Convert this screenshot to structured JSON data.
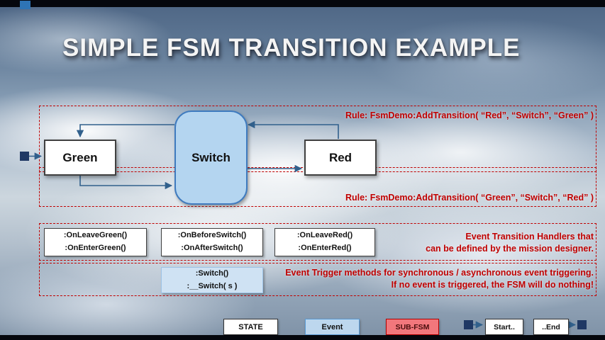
{
  "title": "SIMPLE FSM TRANSITION EXAMPLE",
  "colors": {
    "accent_red": "#c00000",
    "event_blue": "#b4d5f0",
    "navy_square": "#1f3864",
    "arrow_blue": "#31608c",
    "subfsm_red": "#f2777c"
  },
  "nodes": {
    "green": "Green",
    "switch": "Switch",
    "red": "Red"
  },
  "rules": {
    "top": "Rule: FsmDemo:AddTransition( “Red”, “Switch”, “Green” )",
    "bottom": "Rule: FsmDemo:AddTransition( “Green”, “Switch”, “Red” )"
  },
  "handlers": {
    "green": {
      "line1": ":OnLeaveGreen()",
      "line2": ":OnEnterGreen()"
    },
    "switch": {
      "line1": ":OnBeforeSwitch()",
      "line2": ":OnAfterSwitch()"
    },
    "red": {
      "line1": ":OnLeaveRed()",
      "line2": ":OnEnterRed()"
    },
    "note": {
      "line1": "Event Transition Handlers that",
      "line2": "can be defined by the mission designer."
    }
  },
  "triggers": {
    "box": {
      "line1": ":Switch()",
      "line2": ":__Switch( s )"
    },
    "note": {
      "line1": "Event Trigger methods for synchronous / asynchronous event triggering.",
      "line2": "If no event is triggered, the FSM will do nothing!"
    }
  },
  "legend": {
    "state": "STATE",
    "event": "Event",
    "subfsm": "SUB-FSM",
    "start": "Start..",
    "end": "..End"
  }
}
